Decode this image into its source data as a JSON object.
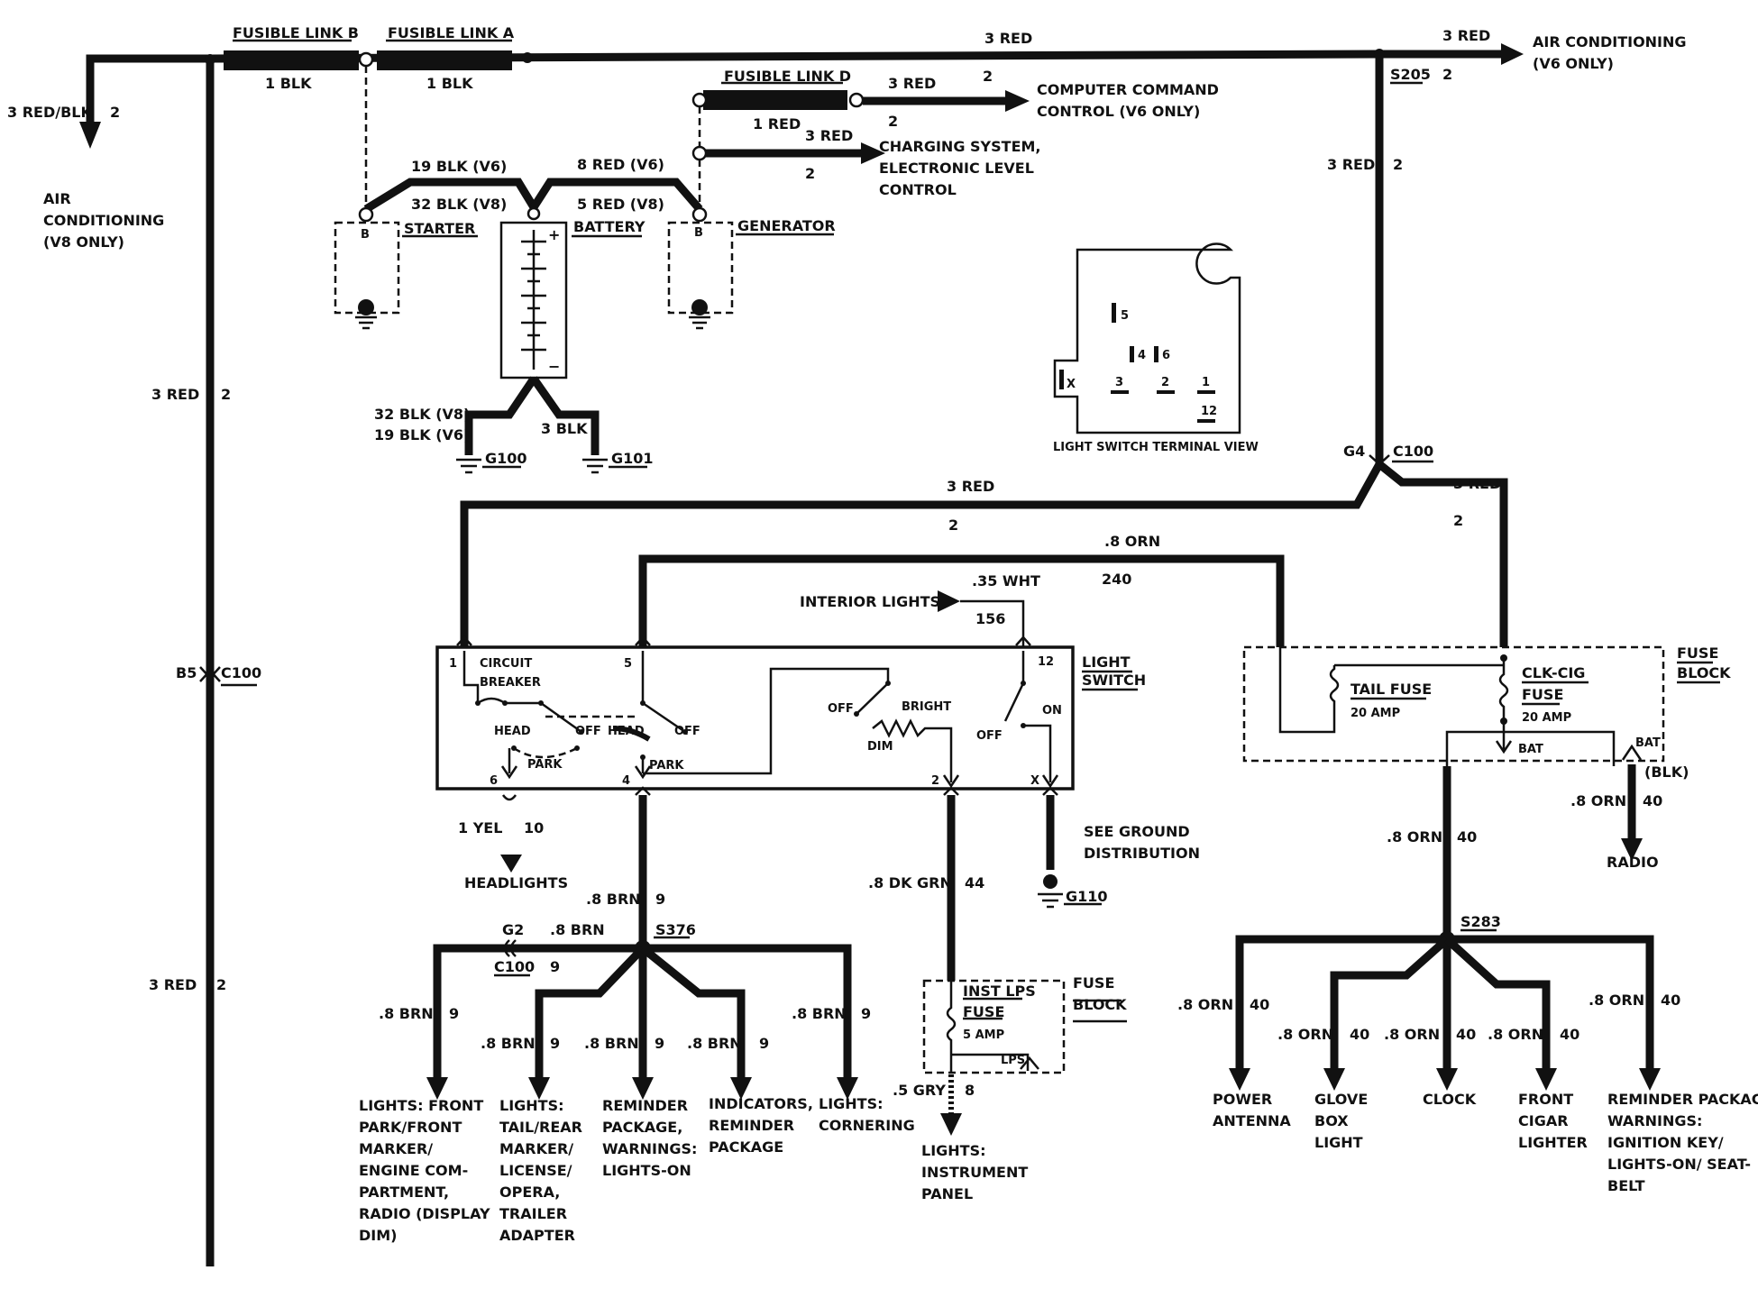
{
  "colors": {
    "ink": "#111111",
    "paper": "#ffffff"
  },
  "labels": {
    "fusible_link_b": "FUSIBLE LINK B",
    "fusible_link_a": "FUSIBLE LINK A",
    "fusible_link_d": "FUSIBLE LINK D",
    "blk_1_a": "1 BLK",
    "blk_1_b": "1 BLK",
    "red_3_top": "3 RED",
    "red_3_top_right": "3 RED",
    "circ_2_top": "2",
    "ac_v6": [
      "AIR CONDITIONING",
      "(V6 ONLY)"
    ],
    "s205": "S205",
    "circ_2_s205": "2",
    "red_blk_3": "3 RED/BLK",
    "circ_2_redblk": "2",
    "ac_v8": [
      "AIR",
      "CONDITIONING",
      "(V8 ONLY)"
    ],
    "red_3_d": "3 RED",
    "circ_2_d": "2",
    "computer_command": [
      "COMPUTER COMMAND",
      "CONTROL (V6 ONLY)"
    ],
    "red_1_d": "1 RED",
    "circ_2_cc": "2",
    "red_3_charge": "3 RED",
    "circ_2_charge": "2",
    "charging": [
      "CHARGING SYSTEM,",
      "ELECTRONIC LEVEL",
      "CONTROL"
    ],
    "blk_19_v6": "19 BLK (V6)",
    "blk_32_v8": "32 BLK (V8)",
    "red_8_v6": "8 RED (V6)",
    "red_5_v8": "5 RED (V8)",
    "starter": "STARTER",
    "battery": "BATTERY",
    "generator": "GENERATOR",
    "term_b1": "B",
    "term_b2": "B",
    "plus": "+",
    "minus": "−",
    "red_3_right_vert": "3 RED",
    "circ_2_right_vert": "2",
    "red_3_left_vert": "3 RED",
    "circ_2_left_vert": "2",
    "blk_32_v8_gnd": "32 BLK (V8)",
    "blk_19_v6_gnd": "19 BLK (V6)",
    "blk_3_gnd": "3 BLK",
    "g100": "G100",
    "g101": "G101",
    "ls_5": "5",
    "ls_4": "4",
    "ls_6": "6",
    "ls_3": "3",
    "ls_2": "2",
    "ls_1": "1",
    "ls_12": "12",
    "ls_x": "X",
    "ls_view_title": "LIGHT SWITCH TERMINAL VIEW",
    "g4": "G4",
    "c100_right": "C100",
    "red_3_mid": "3 RED",
    "circ_2_mid": "2",
    "red_3_fuse": "3 RED",
    "circ_2_fuse": "2",
    "orn_8": ".8 ORN",
    "circ_240": "240",
    "interior_lights": "INTERIOR LIGHTS",
    "wht_35": ".35 WHT",
    "circ_156": "156",
    "b5": "B5",
    "c100_left": "C100",
    "pin_1": "1",
    "pin_5": "5",
    "pin_12": "12",
    "circuit_breaker": [
      "CIRCUIT",
      "BREAKER"
    ],
    "head_1": "HEAD",
    "off_1": "OFF",
    "head_2": "HEAD",
    "off_2": "OFF",
    "park_1": "PARK",
    "park_2": "PARK",
    "off_dim": "OFF",
    "bright": "BRIGHT",
    "dim": "DIM",
    "on": "ON",
    "off_int": "OFF",
    "pin_6": "6",
    "pin_4": "4",
    "pin_2": "2",
    "pin_x": "X",
    "light_switch": [
      "LIGHT",
      "SWITCH"
    ],
    "tail_fuse": "TAIL FUSE",
    "tail_amp": "20 AMP",
    "clk_cig": [
      "CLK-CIG",
      "FUSE"
    ],
    "clk_amp": "20 AMP",
    "bat_1": "BAT",
    "bat_2": "BAT",
    "fuse_block_r": [
      "FUSE",
      "BLOCK"
    ],
    "blk_paren": "(BLK)",
    "orn_radio": ".8 ORN",
    "circ_40_radio": "40",
    "radio": "RADIO",
    "orn_main": ".8 ORN",
    "circ_40_main": "40",
    "yel_1": "1 YEL",
    "circ_10": "10",
    "headlights": "HEADLIGHTS",
    "brn_main": ".8 BRN",
    "circ_9_main": "9",
    "dk_grn": ".8 DK GRN",
    "circ_44": "44",
    "see_ground": [
      "SEE GROUND",
      "DISTRIBUTION"
    ],
    "g110": "G110",
    "g2": "G2",
    "brn_g2": ".8 BRN",
    "s376": "S376",
    "c100_low": "C100",
    "circ_9_c100": "9",
    "red_3_lower": "3 RED",
    "circ_2_lower": "2",
    "brn_b1": ".8 BRN",
    "circ_9_b1": "9",
    "brn_b2": ".8 BRN",
    "circ_9_b2": "9",
    "brn_b3": ".8 BRN",
    "circ_9_b3": "9",
    "brn_b4": ".8 BRN",
    "circ_9_b4": "9",
    "brn_b5": ".8 BRN",
    "circ_9_b5": "9",
    "inst_lps": [
      "INST LPS",
      "FUSE"
    ],
    "inst_amp": "5 AMP",
    "lps": "LPS",
    "fuse_block_c": [
      "FUSE",
      "BLOCK"
    ],
    "gry": ".5 GRY",
    "circ_8": "8",
    "s283": "S283",
    "orn_o1": ".8 ORN",
    "circ_40_o1": "40",
    "orn_o2": ".8 ORN",
    "circ_40_o2": "40",
    "orn_o3": ".8 ORN",
    "circ_40_o3": "40",
    "orn_o4": ".8 ORN",
    "circ_40_o4": "40",
    "orn_o5": ".8 ORN",
    "circ_40_o5": "40",
    "dest_front_park": [
      "LIGHTS: FRONT",
      "PARK/FRONT",
      "MARKER/",
      "ENGINE COM-",
      "PARTMENT,",
      "RADIO (DISPLAY",
      "DIM)"
    ],
    "dest_tail": [
      "LIGHTS:",
      "TAIL/REAR",
      "MARKER/",
      "LICENSE/",
      "OPERA,",
      "TRAILER",
      "ADAPTER"
    ],
    "dest_reminder": [
      "REMINDER",
      "PACKAGE,",
      "WARNINGS:",
      "LIGHTS-ON"
    ],
    "dest_indicators": [
      "INDICATORS,",
      "REMINDER",
      "PACKAGE"
    ],
    "dest_cornering": [
      "LIGHTS:",
      "CORNERING"
    ],
    "dest_instrument": [
      "LIGHTS:",
      "INSTRUMENT",
      "PANEL"
    ],
    "dest_antenna": [
      "POWER",
      "ANTENNA"
    ],
    "dest_glove": [
      "GLOVE",
      "BOX",
      "LIGHT"
    ],
    "dest_clock": "CLOCK",
    "dest_cigar": [
      "FRONT",
      "CIGAR",
      "LIGHTER"
    ],
    "dest_reminder2": [
      "REMINDER PACKAGE,",
      "WARNINGS:",
      "IGNITION KEY/",
      "LIGHTS-ON/ SEAT-",
      "BELT"
    ]
  }
}
